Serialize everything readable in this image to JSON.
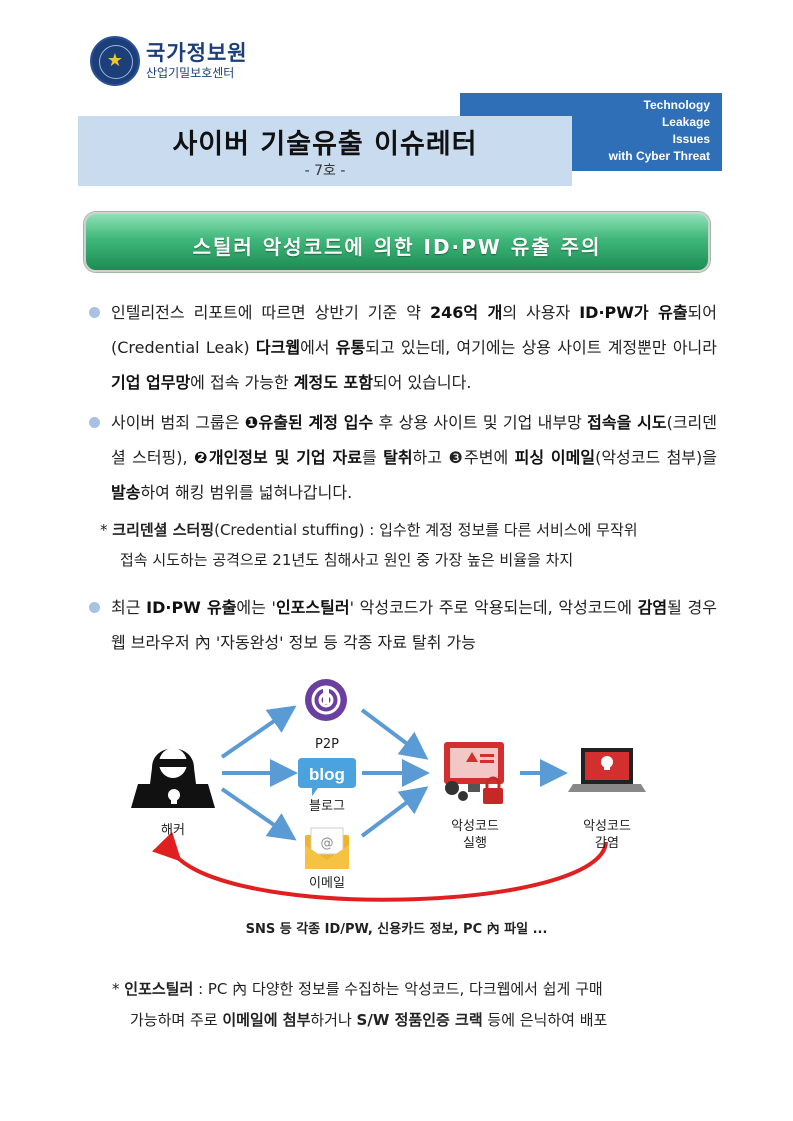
{
  "logo": {
    "name": "국가정보원",
    "sub": "산업기밀보호센터"
  },
  "header": {
    "title": "사이버 기술유출 이슈레터",
    "issue": "- 7호 -",
    "en_lines": [
      "Technology",
      "Leakage",
      "Issues",
      "with Cyber Threat"
    ]
  },
  "section_title": "스틸러 악성코드에 의한 ID·PW 유출 주의",
  "para1": {
    "t1": "인텔리전스 리포트에 따르면 상반기 기준 약 ",
    "b1": "246억 개",
    "t2": "의 사용자 ",
    "b2": "ID·PW가 유출",
    "t3": "되어(Credential Leak) ",
    "b3": "다크웹",
    "t4": "에서 ",
    "b4": "유통",
    "t5": "되고 있는데, 여기에는 상용 사이트 계정뿐만 아니라 ",
    "b5": "기업 업무망",
    "t6": "에 접속 가능한 ",
    "b6": "계정도 포함",
    "t7": "되어 있습니다."
  },
  "para2": {
    "t1": "사이버 범죄 그룹은 ",
    "b1": "❶유출된 계정 입수",
    "t2": " 후 상용 사이트 및 기업 내부망 ",
    "b2": "접속을 시도",
    "t3": "(크리덴셜 스터핑), ",
    "b3": "❷개인정보 및 기업 자료",
    "t4": "를 ",
    "b4": "탈취",
    "t5": "하고 ❸주변에 ",
    "b5": "피싱 이메일",
    "t6": "(악성코드 첨부)을 ",
    "b6": "발송",
    "t7": "하여 해킹 범위를 넓혀나갑니다."
  },
  "note1": {
    "mark": "*",
    "bold": "크리덴셜 스터핑",
    "text": "(Credential stuffing) : 입수한 계정 정보를 다른 서비스에 무작위",
    "line2": "접속 시도하는 공격으로 21년도 침해사고 원인 중 가장 높은 비율을 차지"
  },
  "para3": {
    "t1": "최근 ",
    "b1": "ID·PW 유출",
    "t2": "에는 '",
    "b2": "인포스틸러",
    "t3": "' 악성코드가 주로 악용되는데, 악성코드에 ",
    "b3": "감염",
    "t4": "될 경우 웹 브라우저 內 '자동완성' 정보 등 각종 자료 탈취 가능"
  },
  "diagram": {
    "hacker": "해커",
    "p2p": "P2P",
    "blog_word": "blog",
    "blog": "블로그",
    "email": "이메일",
    "exec": [
      "악성코드",
      "실행"
    ],
    "infect": [
      "악성코드",
      "감염"
    ],
    "caption": "SNS 등 각종 ID/PW, 신용카드 정보, PC 內 파일 ..."
  },
  "note2": {
    "mark": "*",
    "bold": "인포스틸러",
    "text": " : PC 內 다양한 정보를 수집하는 악성코드, 다크웹에서 쉽게 구매",
    "l2a": "가능하며 주로 ",
    "l2b": "이메일에 첨부",
    "l2c": "하거나 ",
    "l2d": "S/W 정품인증 크랙",
    "l2e": " 등에 은닉하여 배포"
  },
  "colors": {
    "accent_blue": "#2e6fb8",
    "banner_light": "#c9dcef",
    "section_green": "#3fb77a",
    "arrow_blue": "#5b9bd5",
    "arrow_red": "#e02020"
  }
}
